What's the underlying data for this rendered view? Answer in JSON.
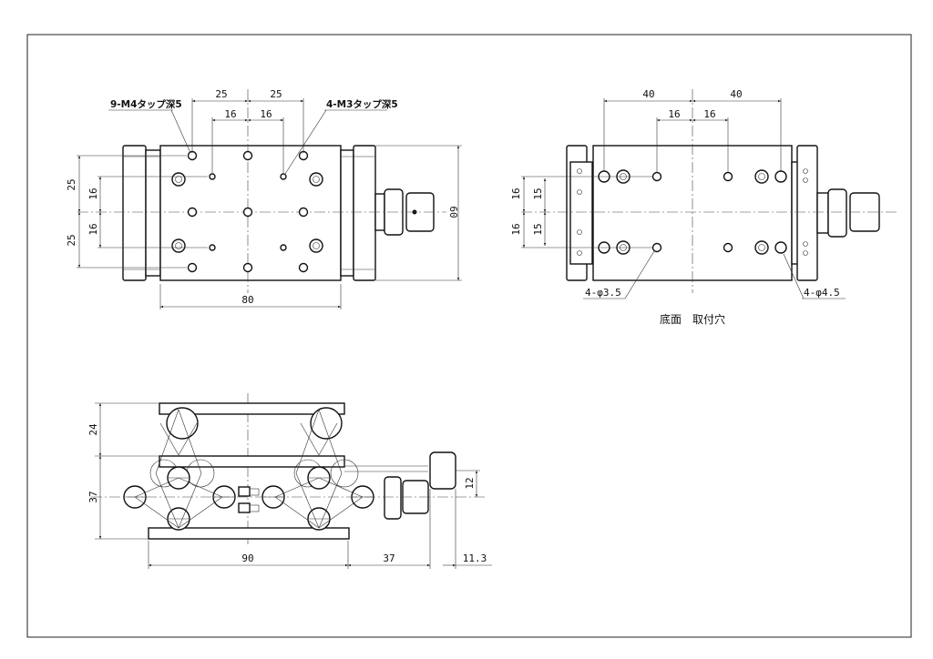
{
  "top_view": {
    "dims": {
      "d25a": "25",
      "d25b": "25",
      "d16a": "16",
      "d16b": "16",
      "d80": "80",
      "d60": "60",
      "l25a": "25",
      "l25b": "25",
      "l16a": "16",
      "l16b": "16"
    },
    "callout_m4": "9-M4タップ深5",
    "callout_m3": "4-M3タップ深5"
  },
  "bottom_view": {
    "dims": {
      "d40a": "40",
      "d40b": "40",
      "d16a": "16",
      "d16b": "16",
      "l16a": "16",
      "l16b": "16",
      "l15a": "15",
      "l15b": "15"
    },
    "callout_35": "4-φ3.5",
    "callout_45": "4-φ4.5",
    "caption": "底面　取付穴"
  },
  "side_view": {
    "dims": {
      "d24": "24",
      "d37v": "37",
      "d90": "90",
      "d37h": "37",
      "d113": "11.3",
      "d12": "12"
    }
  }
}
